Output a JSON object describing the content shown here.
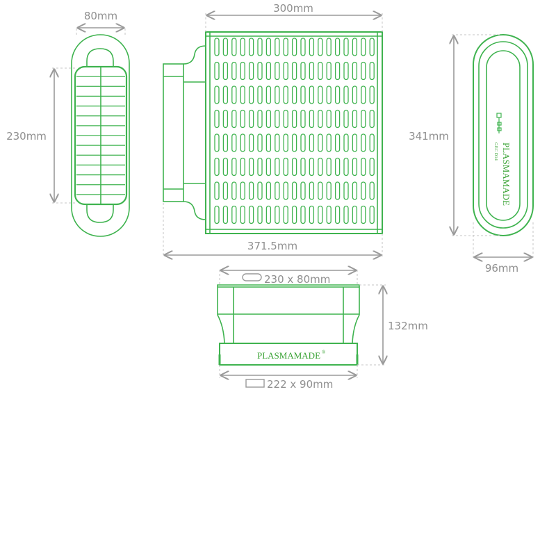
{
  "colors": {
    "outline": "#3fb34f",
    "dimension": "#9a9a9a",
    "dashed": "#c4c4c4",
    "background": "#ffffff"
  },
  "brand": {
    "logo_text": "PLASMAMADE",
    "logo_text_top": "PLASMAMADE",
    "model_code": "GEC D14",
    "registered": "®"
  },
  "dimensions": {
    "end_width": "80mm",
    "end_height": "230mm",
    "body_width": "300mm",
    "total_length": "371.5mm",
    "side_height": "341mm",
    "side_depth": "96mm",
    "spigot_top": "230 x 80mm",
    "spigot_bottom": "222 x 90mm",
    "top_height": "132mm"
  }
}
